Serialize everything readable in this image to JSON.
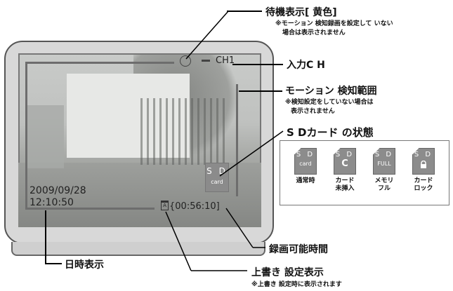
{
  "screen": {
    "channel": "CH1",
    "sd_icon_top": "S D",
    "sd_icon_bottom": "card",
    "date": "2009/09/28",
    "time": "12:10:50",
    "remaining_time": "{00:56:10]",
    "overwrite_mark": "A"
  },
  "callouts": {
    "standby_title": "待機表示[ 黄色]",
    "standby_note_1": "※モーション 検知録画を設定して いない",
    "standby_note_2": "場合は表示されません",
    "input_ch_title": "入力C H",
    "motion_title": "モーション 検知範囲",
    "motion_note_1": "※検知設定をしていない場合は",
    "motion_note_2": "表示されません",
    "sd_state_title": "S Dカード の状態",
    "rec_time_title": "録画可能時間",
    "datetime_title": "日時表示",
    "overwrite_title": "上書き 設定表示",
    "overwrite_note": "※上書き 設定時に表示されます"
  },
  "sd_states": [
    {
      "top": "S D",
      "bottom": "card",
      "icon": "card-text",
      "label": "通常時"
    },
    {
      "top": "S D",
      "bottom": "C",
      "icon": "refresh-icon",
      "label": "カード\n未挿入"
    },
    {
      "top": "S D",
      "bottom": "FULL",
      "icon": "full-text",
      "label": "メモリ\nフル"
    },
    {
      "top": "S D",
      "bottom": "",
      "icon": "lock-icon",
      "label": "カード\nロック"
    }
  ]
}
